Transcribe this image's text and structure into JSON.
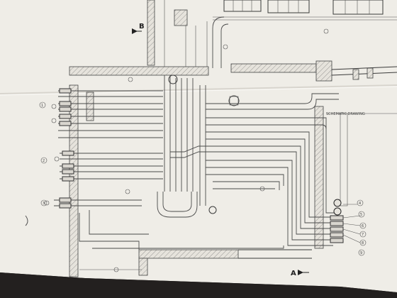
{
  "drawing": {
    "section_mark_top": "B",
    "section_mark_bottom": "A",
    "right_note": "SCHEMATIC DRAWING",
    "balloon_left_1": "1",
    "balloon_left_2": "2",
    "balloon_left_3": "3",
    "balloon_right_1": "4",
    "balloon_right_2": "5",
    "balloon_right_3": "6",
    "balloon_right_4": "7",
    "balloon_right_5": "8",
    "balloon_right_6": "9"
  },
  "colors": {
    "paper": "#efede7",
    "backdrop": "#23201f",
    "ink": "#3a3a3a"
  }
}
